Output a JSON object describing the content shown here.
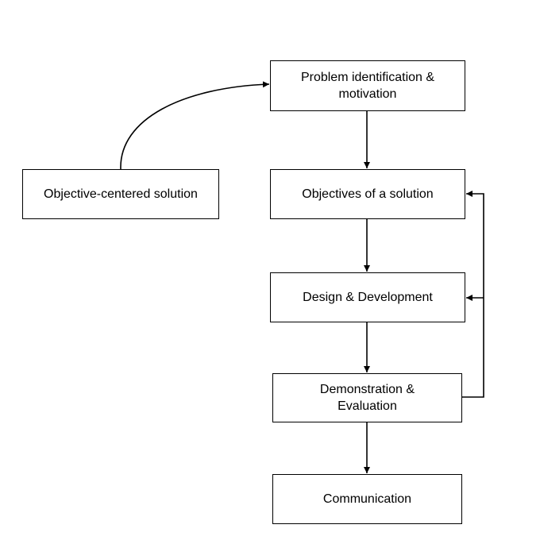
{
  "diagram": {
    "nodes": {
      "problem": {
        "label": "Problem identification &\nmotivation"
      },
      "objective_centered": {
        "label": "Objective-centered solution"
      },
      "objectives": {
        "label": "Objectives of a solution"
      },
      "design": {
        "label": "Design & Development"
      },
      "demonstration": {
        "label": "Demonstration &\nEvaluation"
      },
      "communication": {
        "label": "Communication"
      }
    },
    "edges": [
      {
        "from": "objective_centered",
        "to": "problem"
      },
      {
        "from": "problem",
        "to": "objectives"
      },
      {
        "from": "objectives",
        "to": "design"
      },
      {
        "from": "design",
        "to": "demonstration"
      },
      {
        "from": "demonstration",
        "to": "communication"
      },
      {
        "from": "demonstration",
        "to": "objectives"
      },
      {
        "from": "demonstration",
        "to": "design"
      }
    ],
    "colors": {
      "stroke": "#000000",
      "fill": "#ffffff",
      "text": "#000000"
    }
  }
}
